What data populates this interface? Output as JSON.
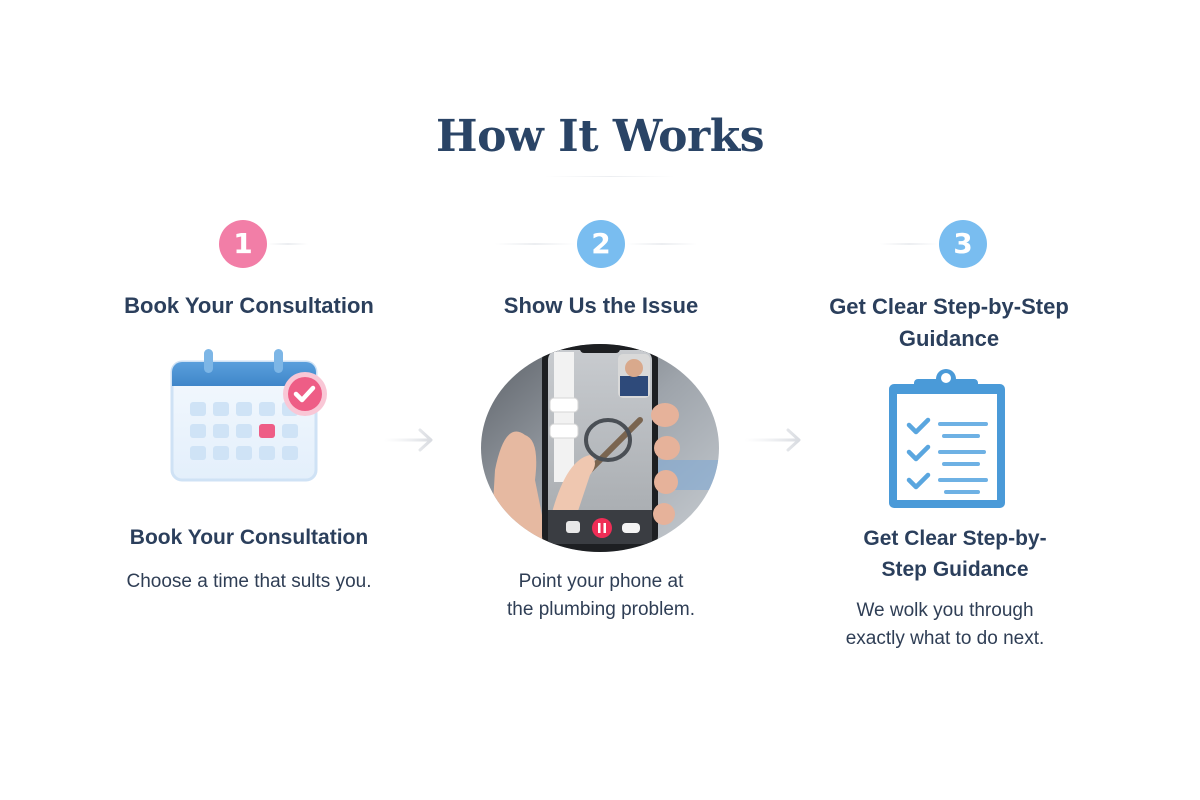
{
  "page": {
    "title": "How It Works"
  },
  "steps": [
    {
      "number": "1",
      "badge_color": "#f27ea7",
      "heading": "Book Your Consultation",
      "icon": "calendar-check-icon",
      "subheading": "Book Your Consultation",
      "description": "Choose a time that sults you."
    },
    {
      "number": "2",
      "badge_color": "#79bdf0",
      "heading": "Show Us the Issue",
      "icon": "phone-video-call-image",
      "subheading": "",
      "description_lines": [
        "Point your phone at",
        "the plumbing problem."
      ]
    },
    {
      "number": "3",
      "badge_color": "#79bdf0",
      "heading_lines": [
        "Get Clear Step-by-Step",
        "Guidance"
      ],
      "icon": "clipboard-checklist-icon",
      "subheading_lines": [
        "Get Clear Step-by-",
        "Step Guidance"
      ],
      "description_lines": [
        "We wolk you through",
        "exactly what to do next."
      ]
    }
  ],
  "connectors": [
    "arrow-right-icon",
    "arrow-right-icon"
  ],
  "colors": {
    "title": "#2a4466",
    "text": "#2b3f5c",
    "pink_accent": "#f27ea7",
    "blue_accent": "#79bdf0",
    "clipboard_blue": "#4a9ad8",
    "calendar_blue": "#4a8fd0"
  }
}
